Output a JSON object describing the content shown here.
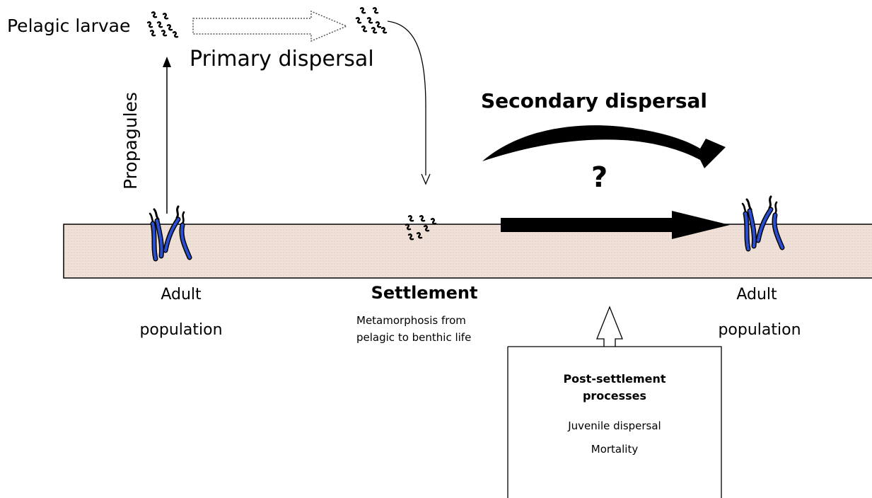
{
  "labels": {
    "pelagic_larvae": "Pelagic larvae",
    "primary_dispersal": "Primary dispersal",
    "propagules": "Propagules",
    "secondary_dispersal": "Secondary dispersal",
    "question_mark": "?",
    "adult_left_line1": "Adult",
    "adult_left_line2": "population",
    "settlement": "Settlement",
    "settlement_desc_line1": "Metamorphosis  from",
    "settlement_desc_line2": "pelagic to benthic life",
    "adult_right_line1": "Adult",
    "adult_right_line2": "population",
    "post_settlement_line1": "Post-settlement",
    "post_settlement_line2": "processes",
    "juvenile_dispersal": "Juvenile dispersal",
    "mortality": "Mortality"
  },
  "colors": {
    "sediment_fill": "#efe0d8",
    "seagrass": "#2a4fd0",
    "outline": "#000000"
  },
  "icons": {
    "larvae": "larvae-cluster-icon",
    "seagrass": "seagrass-icon"
  }
}
